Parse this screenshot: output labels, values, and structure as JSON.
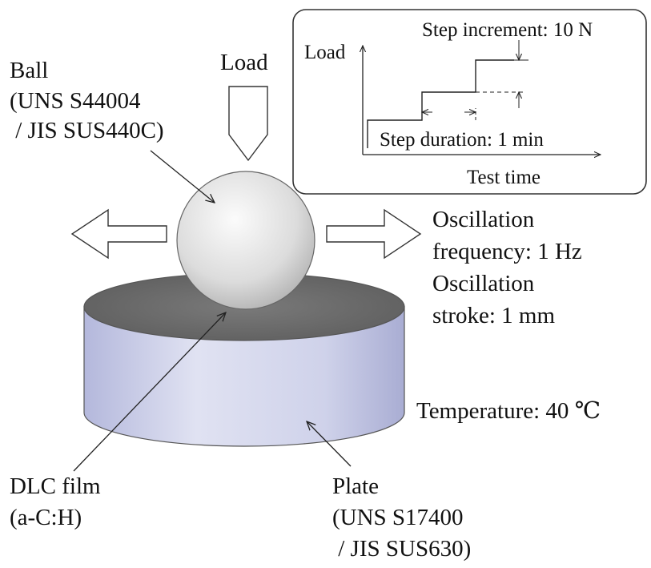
{
  "labels": {
    "load": "Load",
    "ball": [
      "Ball",
      "(UNS S44004",
      " / JIS SUS440C)"
    ],
    "oscillation": [
      "Oscillation",
      "frequency: 1 Hz",
      "Oscillation",
      "stroke: 1 mm"
    ],
    "temperature": "Temperature: 40 ℃",
    "dlc": [
      "DLC film",
      "(a-C:H)"
    ],
    "plate": [
      "Plate",
      "(UNS S17400",
      " / JIS SUS630)"
    ]
  },
  "inset": {
    "y_axis_label": "Load",
    "x_axis_label": "Test time",
    "step_increment": "Step increment: 10 N",
    "step_duration": "Step duration: 1 min"
  },
  "colors": {
    "stroke": "#333333",
    "plate_top": "#6b6b6b",
    "plate_side": "#c8cbe6",
    "ball_light": "#fafafa",
    "ball_dark": "#a8a8a8"
  }
}
